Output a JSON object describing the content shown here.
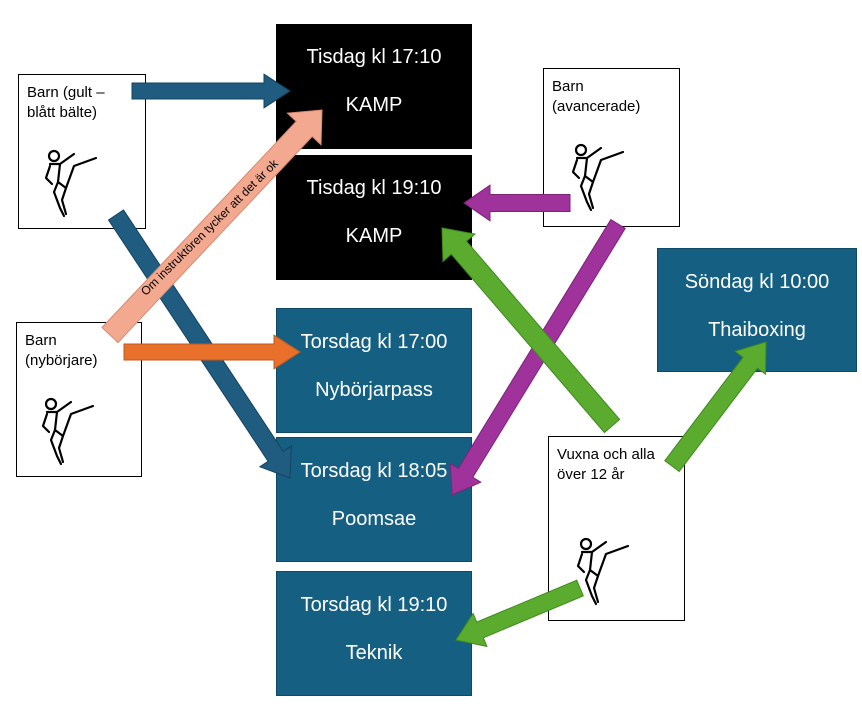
{
  "groups": {
    "barn_gult": {
      "label": "Barn (gult – blått bälte)"
    },
    "barn_nyborjare": {
      "label": "Barn (nybörjare)"
    },
    "barn_avancerade": {
      "label": "Barn (avancerade)"
    },
    "vuxna": {
      "label": "Vuxna och alla över 12 år"
    }
  },
  "sessions": {
    "tis1710": {
      "time": "Tisdag kl 17:10",
      "name": "KAMP"
    },
    "tis1910": {
      "time": "Tisdag kl 19:10",
      "name": "KAMP"
    },
    "tor1700": {
      "time": "Torsdag kl 17:00",
      "name": "Nybörjarpass"
    },
    "tor1805": {
      "time": "Torsdag kl 18:05",
      "name": "Poomsae"
    },
    "tor1910": {
      "time": "Torsdag kl 19:10",
      "name": "Teknik"
    },
    "son1000": {
      "time": "Söndag kl 10:00",
      "name": "Thaiboxing"
    }
  },
  "note": {
    "label": "Om instruktören tycker att det är ok"
  },
  "colors": {
    "dark_blue": "#1f5c80",
    "orange": "#e8702a",
    "salmon": "#f2a98f",
    "purple": "#a0329c",
    "green": "#5aab2e",
    "session_blue": "#156082",
    "session_black": "#000000"
  }
}
